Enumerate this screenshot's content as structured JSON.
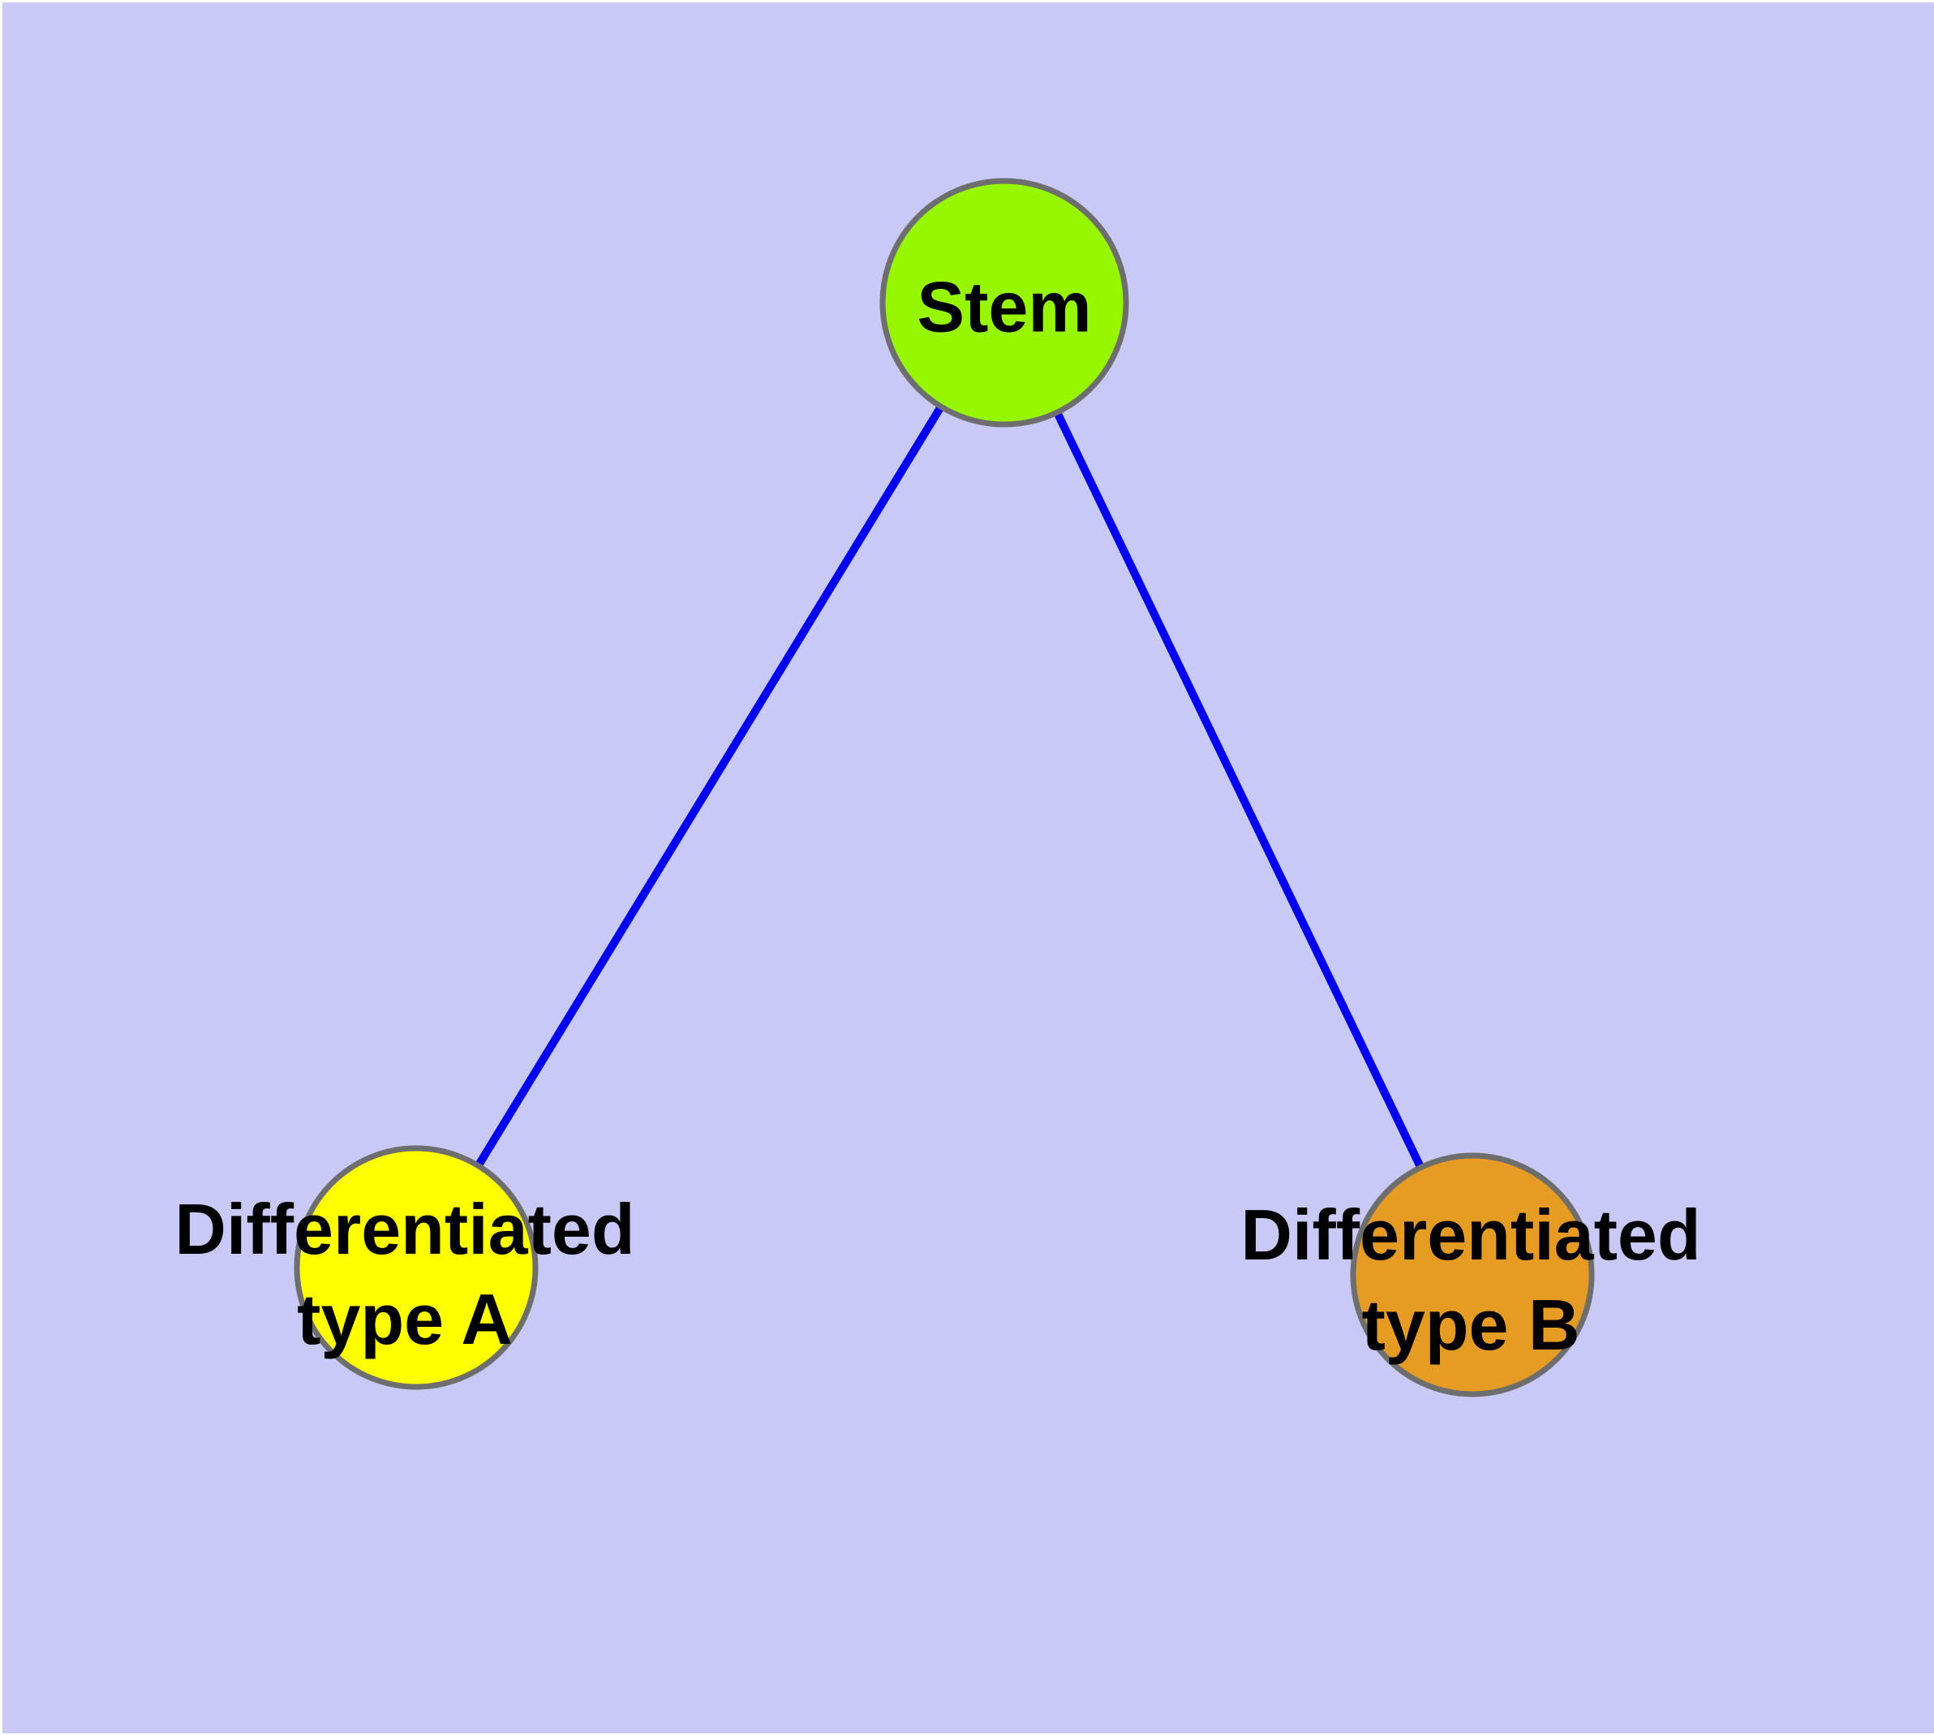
{
  "canvas": {
    "background_color": "#C9C9F7",
    "margin_color": "#FFFFFF"
  },
  "label_color": "#000000",
  "edges": {
    "color": "#0000EE",
    "connections": [
      {
        "from": "Stem",
        "to": "Differentiated type A"
      },
      {
        "from": "Stem",
        "to": "Differentiated type B"
      }
    ]
  },
  "nodes": [
    {
      "id": "stem",
      "label": "Stem",
      "fill": "#96F700",
      "border_color": "#6E6E6E"
    },
    {
      "id": "differentiated-type-a",
      "label": "Differentiated\ntype A",
      "fill": "#FFFF00",
      "border_color": "#6E6E6E"
    },
    {
      "id": "differentiated-type-b",
      "label": "Differentiated\ntype B",
      "fill": "#E69B23",
      "border_color": "#6E6E6E"
    }
  ]
}
